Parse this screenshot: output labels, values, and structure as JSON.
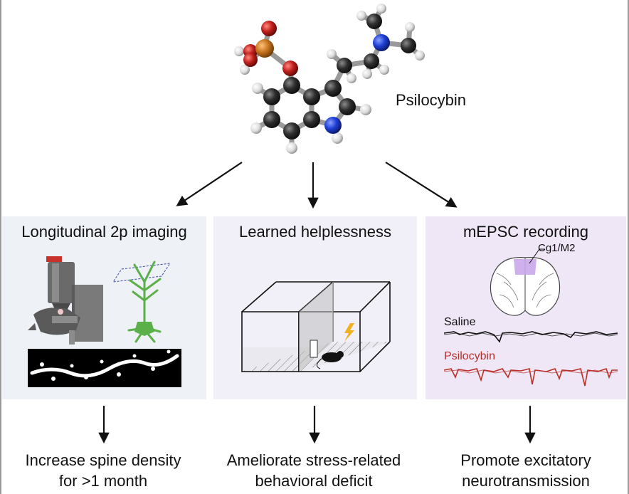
{
  "molecule": {
    "label": "Psilocybin"
  },
  "panels": [
    {
      "title": "Longitudinal 2p imaging",
      "outcome_line1": "Increase spine density",
      "outcome_line2": "for >1 month"
    },
    {
      "title": "Learned helplessness",
      "outcome_line1": "Ameliorate stress-related",
      "outcome_line2": "behavioral deficit"
    },
    {
      "title": "mEPSC recording",
      "outcome_line1": "Promote excitatory",
      "outcome_line2": "neurotransmission",
      "region_label": "Cg1/M2",
      "trace_labels": [
        "Saline",
        "Psilocybin"
      ]
    }
  ],
  "colors": {
    "carbon": "#2a2a2a",
    "hydrogen": "#e6e6e6",
    "oxygen": "#c0201c",
    "nitrogen": "#1f3fd6",
    "phosphorus": "#c8761e",
    "neuron_green": "#5bb04a",
    "saline_trace": "#111111",
    "psilocybin_trace": "#b8302a",
    "brain_region": "#c9a8ea"
  }
}
